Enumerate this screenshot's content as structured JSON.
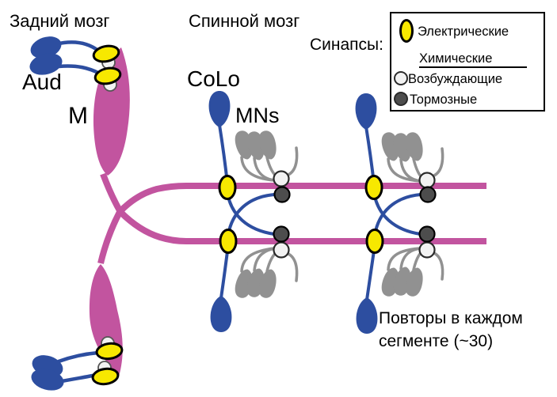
{
  "figure": {
    "hindbrain_title": "Задний мозг",
    "spinal_title": "Спинной мозг",
    "synapses_label": "Синапсы:",
    "aud_label": "Aud",
    "m_label": "M",
    "colo_label": "CoLo",
    "mns_label": "MNs",
    "note_line1": "Повторы в каждом",
    "note_line2": "сегменте (~30)"
  },
  "legend": {
    "electrical": "Электрические",
    "chemical_header": "Химические",
    "excitatory": "Возбуждающие",
    "inhibitory": "Тормозные"
  },
  "colors": {
    "magenta": "#c2549f",
    "blue": "#2d4ea0",
    "gray": "#919191",
    "yellow": "#f7e800",
    "excitatory-fill": "#f2f2f2",
    "inhibitory-fill": "#4d4d4d",
    "outline": "#000000"
  }
}
